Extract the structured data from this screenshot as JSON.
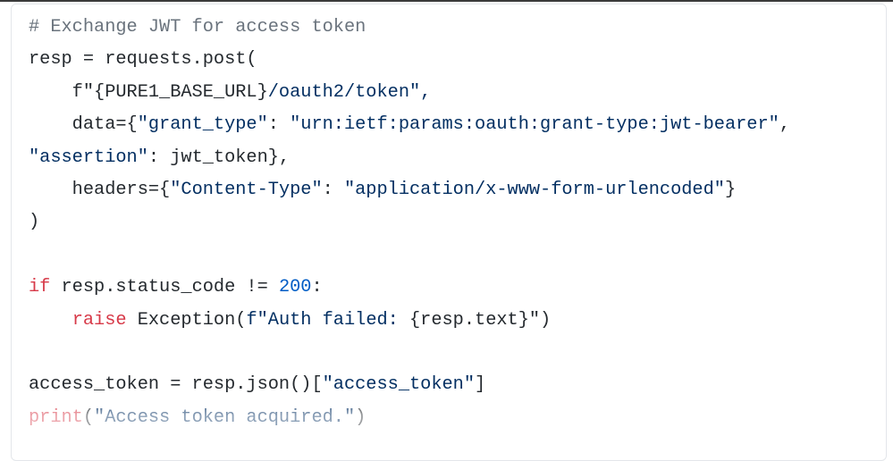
{
  "code_lines": [
    [
      {
        "t": "# Exchange JWT for access token",
        "c": "c"
      }
    ],
    [
      {
        "t": "resp = requests.post(",
        "c": "p"
      }
    ],
    [
      {
        "t": "    f\"{PURE1_BASE_URL}",
        "c": "p"
      },
      {
        "t": "/oauth2/token\",",
        "c": "s"
      }
    ],
    [
      {
        "t": "    data={",
        "c": "p"
      },
      {
        "t": "\"grant_type\"",
        "c": "s"
      },
      {
        "t": ": ",
        "c": "p"
      },
      {
        "t": "\"urn:ietf:params:oauth:grant-type:jwt-bearer\"",
        "c": "s"
      },
      {
        "t": ",",
        "c": "p"
      }
    ],
    [
      {
        "t": "\"assertion\"",
        "c": "s"
      },
      {
        "t": ": jwt_token},",
        "c": "p"
      }
    ],
    [
      {
        "t": "    headers={",
        "c": "p"
      },
      {
        "t": "\"Content-Type\"",
        "c": "s"
      },
      {
        "t": ": ",
        "c": "p"
      },
      {
        "t": "\"application/x-www-form-urlencoded\"",
        "c": "s"
      },
      {
        "t": "}",
        "c": "p"
      }
    ],
    [
      {
        "t": ")",
        "c": "p"
      }
    ],
    [
      {
        "t": "",
        "c": "p"
      }
    ],
    [
      {
        "t": "if",
        "c": "k"
      },
      {
        "t": " resp.status_code != ",
        "c": "p"
      },
      {
        "t": "200",
        "c": "n"
      },
      {
        "t": ":",
        "c": "p"
      }
    ],
    [
      {
        "t": "    ",
        "c": "p"
      },
      {
        "t": "raise",
        "c": "k"
      },
      {
        "t": " Exception(",
        "c": "p"
      },
      {
        "t": "f\"Auth failed: ",
        "c": "s"
      },
      {
        "t": "{resp.text}\")",
        "c": "p"
      }
    ],
    [
      {
        "t": "",
        "c": "p"
      }
    ],
    [
      {
        "t": "access_token = resp.json()[",
        "c": "p"
      },
      {
        "t": "\"access_token\"",
        "c": "s"
      },
      {
        "t": "]",
        "c": "p"
      }
    ],
    [
      {
        "t": "print",
        "c": "k"
      },
      {
        "t": "(",
        "c": "p"
      },
      {
        "t": "\"Access token acquired.\"",
        "c": "s"
      },
      {
        "t": ")",
        "c": "p"
      }
    ]
  ]
}
